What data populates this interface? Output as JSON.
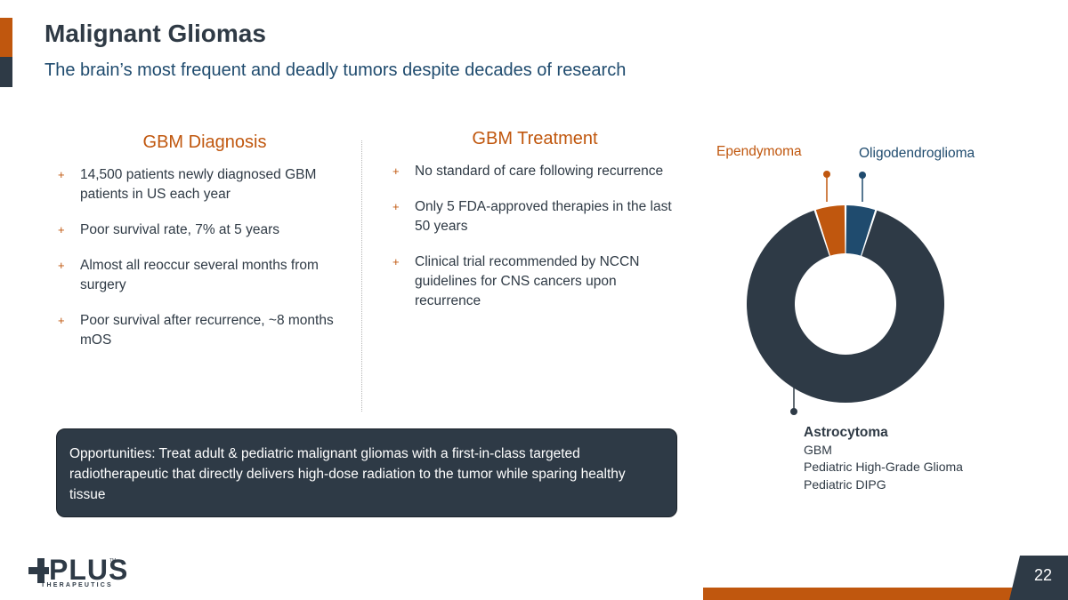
{
  "header": {
    "title": "Malignant Gliomas",
    "subtitle": "The brain’s most frequent and deadly tumors despite decades of research"
  },
  "diagnosis": {
    "heading": "GBM Diagnosis",
    "bullets": [
      "14,500 patients newly diagnosed GBM patients in US each year",
      "Poor survival rate, 7% at 5 years",
      "Almost all reoccur several months from surgery",
      "Poor survival after recurrence, ~8 months mOS"
    ]
  },
  "treatment": {
    "heading": "GBM Treatment",
    "bullets": [
      "No standard of care following recurrence",
      "Only 5 FDA-approved therapies in the last 50 years",
      "Clinical trial recommended by NCCN guidelines for CNS cancers upon recurrence"
    ]
  },
  "bullet_glyph": "+",
  "opportunity": {
    "text": "Opportunities: Treat adult & pediatric malignant gliomas with a first-in-class targeted radiotherapeutic that directly delivers high-dose radiation to the tumor while sparing healthy tissue"
  },
  "donut": {
    "ependymoma_label": "Ependymoma",
    "oligo_label": "Oligodendroglioma",
    "astro_title": "Astrocytoma",
    "astro_items": [
      "GBM",
      "Pediatric High-Grade Glioma",
      "Pediatric DIPG"
    ],
    "shares": {
      "astrocytoma": 0.9,
      "ependymoma": 0.05,
      "oligodendroglioma": 0.05
    },
    "colors": {
      "astrocytoma": "#2e3a46",
      "ependymoma": "#c0570e",
      "oligodendroglioma": "#1f4b6e"
    }
  },
  "logo": {
    "word": "PLUS",
    "sub": "THERAPEUTICS",
    "tm": "TM"
  },
  "footer": {
    "page_number": "22"
  }
}
